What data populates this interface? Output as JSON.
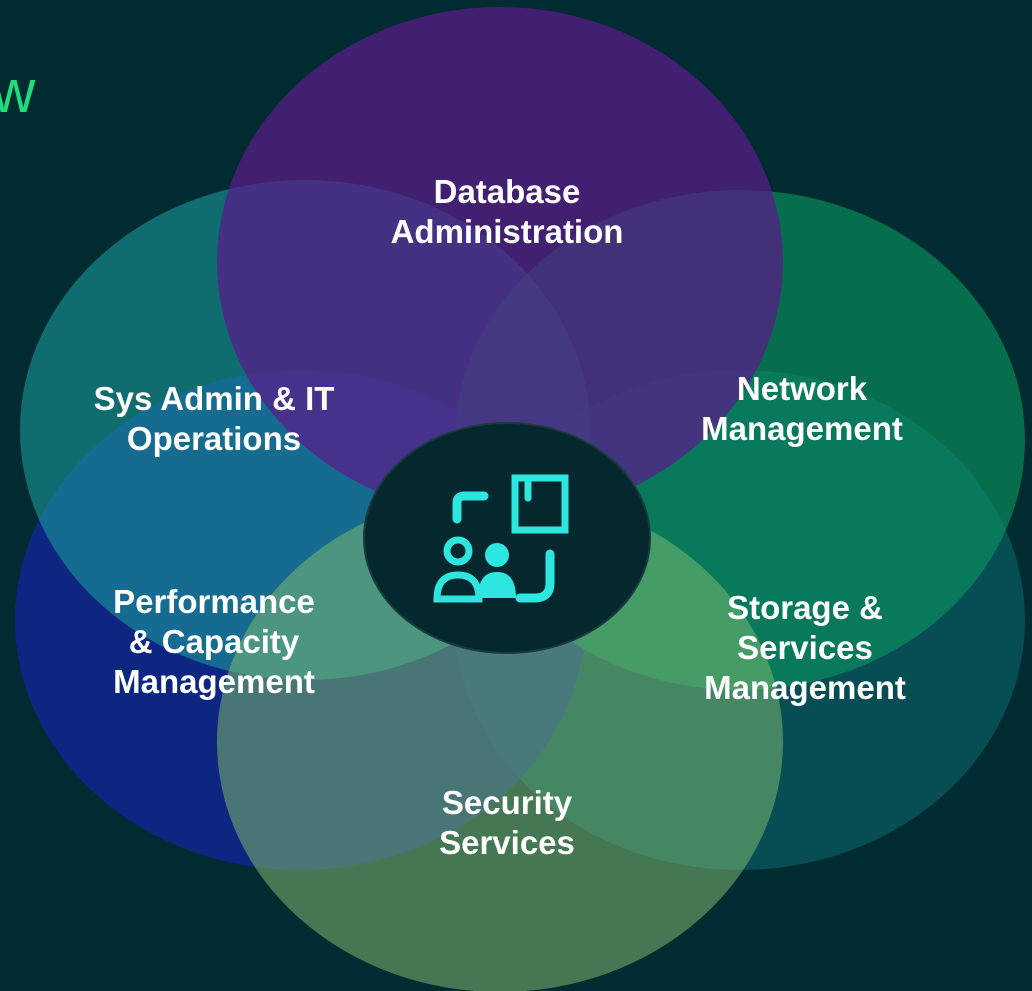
{
  "partial_title": "w",
  "center": {
    "icon": "org-chart-people-icon"
  },
  "petals": {
    "database": {
      "line1": "Database",
      "line2": "Administration",
      "color": "#5a1a8a"
    },
    "sysadmin": {
      "line1": "Sys Admin & IT",
      "line2": "Operations",
      "color": "#1a9a9a"
    },
    "network": {
      "line1": "Network",
      "line2": "Management",
      "color": "#0a8a60"
    },
    "performance": {
      "line1": "Performance",
      "line2": "& Capacity",
      "line3": "Management",
      "color": "#12269e"
    },
    "storage": {
      "line1": "Storage &",
      "line2": "Services",
      "line3": "Management",
      "color": "#0a5a60"
    },
    "security": {
      "line1": "Security",
      "line2": "Services",
      "color": "#6aa068"
    }
  },
  "colors": {
    "background": "#002b30",
    "title": "#1fdc7c",
    "icon": "#2ee6e0",
    "center_fill": "#05282e"
  }
}
